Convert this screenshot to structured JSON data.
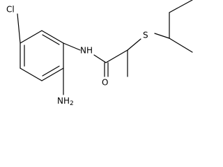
{
  "structure": {
    "atom_labels": {
      "chlorine": "Cl",
      "amide_nitrogen": "NH",
      "amine": {
        "main": "NH",
        "subscript": "2"
      },
      "carbonyl_oxygen": "O",
      "sulfur": "S"
    }
  }
}
